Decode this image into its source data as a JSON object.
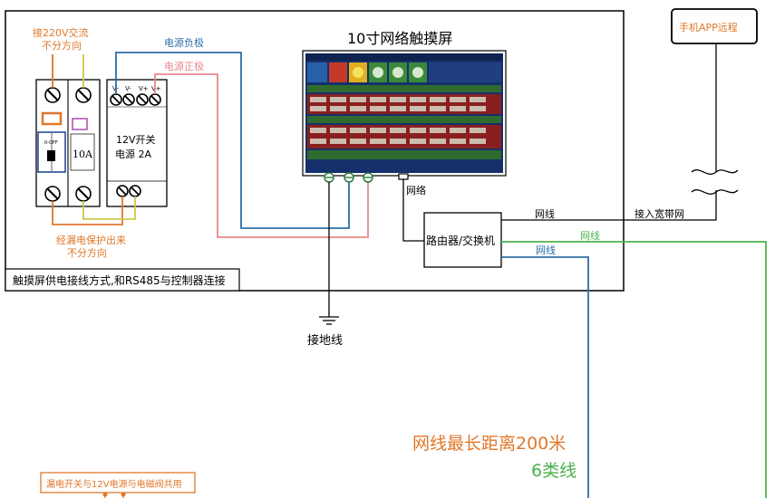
{
  "labels": {
    "ac_input": "接220V交流",
    "ac_input_sub": "不分方向",
    "psu_neg": "电源负极",
    "psu_pos": "电源正极",
    "screen_title": "10寸网络触摸屏",
    "app_remote": "手机APP远程",
    "breaker_rating": "10A",
    "psu_name_1": "12V开关",
    "psu_name_2": "电源 2A",
    "psu_v1": "V-",
    "psu_v2": "V+",
    "breaker_off": "0-OFF",
    "network": "网络",
    "net_cable": "网线",
    "broadband": "接入宽带网",
    "net_cable_2": "网线",
    "net_cable_3": "网线",
    "router": "路由器/交换机",
    "leakage_out": "经漏电保护出来",
    "leakage_out_sub": "不分方向",
    "caption": "触摸屏供电接线方式,和RS485与控制器连接",
    "ground": "接地线",
    "max_distance": "网线最长距离200米",
    "cat6": "6类线",
    "shared_note": "漏电开关与12V电源与电磁阀共用"
  },
  "colors": {
    "orange": "#e0782b",
    "yellow": "#cbc94a",
    "blue": "#2f6ea8",
    "red": "#e8888a",
    "green": "#4db24d",
    "navy": "#1a3d8f",
    "screen_red": "#8a1f1f",
    "screen_green": "#2f6b2f"
  }
}
